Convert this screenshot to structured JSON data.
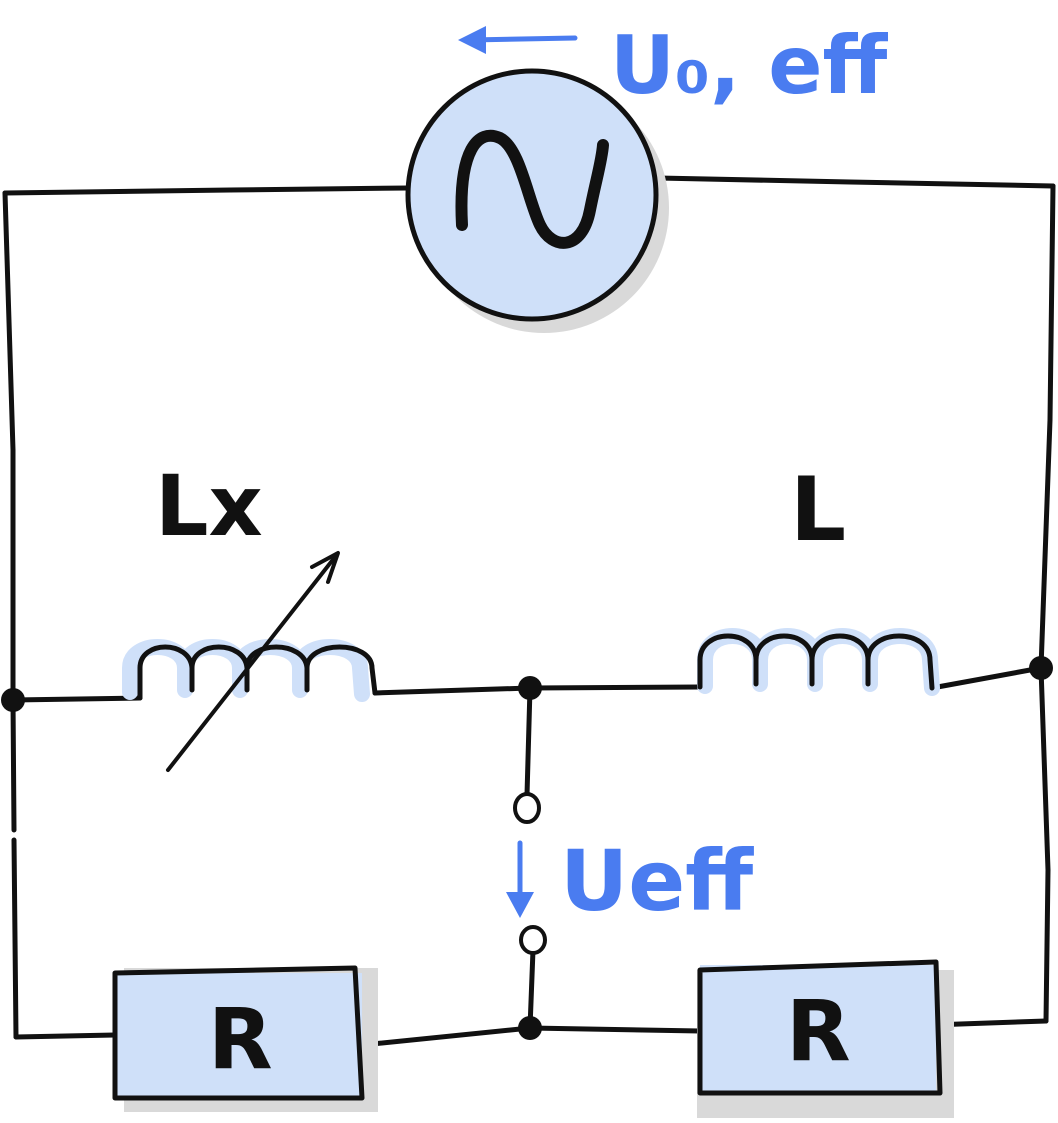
{
  "source_label": "U₀, eff",
  "measure_label": "Ueff",
  "inductor_left_label": "Lx",
  "inductor_right_label": "L",
  "resistor_left_label": "R",
  "resistor_right_label": "R",
  "colors": {
    "line": "#111111",
    "accent": "#4a7cf0",
    "component_fill": "#cfe0f9",
    "shadow": "#d9d9d9"
  }
}
